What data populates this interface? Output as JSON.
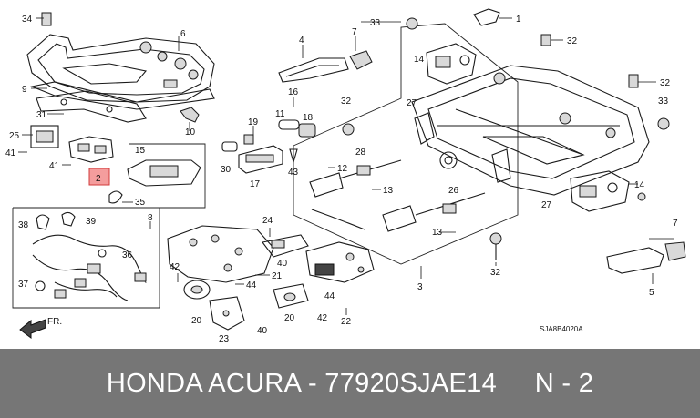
{
  "diagram": {
    "ref_code": "SJA8B4020A",
    "direction_label": "FR.",
    "highlighted_callout": "2",
    "callouts": [
      "34",
      "6",
      "9",
      "31",
      "25",
      "41",
      "41",
      "2",
      "10",
      "15",
      "35",
      "8",
      "38",
      "39",
      "36",
      "37",
      "4",
      "7",
      "16",
      "11",
      "18",
      "19",
      "30",
      "17",
      "43",
      "32",
      "24",
      "42",
      "44",
      "21",
      "40",
      "20",
      "23",
      "40",
      "20",
      "42",
      "22",
      "44",
      "33",
      "1",
      "32",
      "14",
      "27",
      "32",
      "33",
      "12",
      "28",
      "13",
      "26",
      "13",
      "14",
      "27",
      "32",
      "7",
      "5",
      "3"
    ]
  },
  "footer": {
    "text": "HONDA ACURA - 77920SJAE14     N - 2"
  }
}
